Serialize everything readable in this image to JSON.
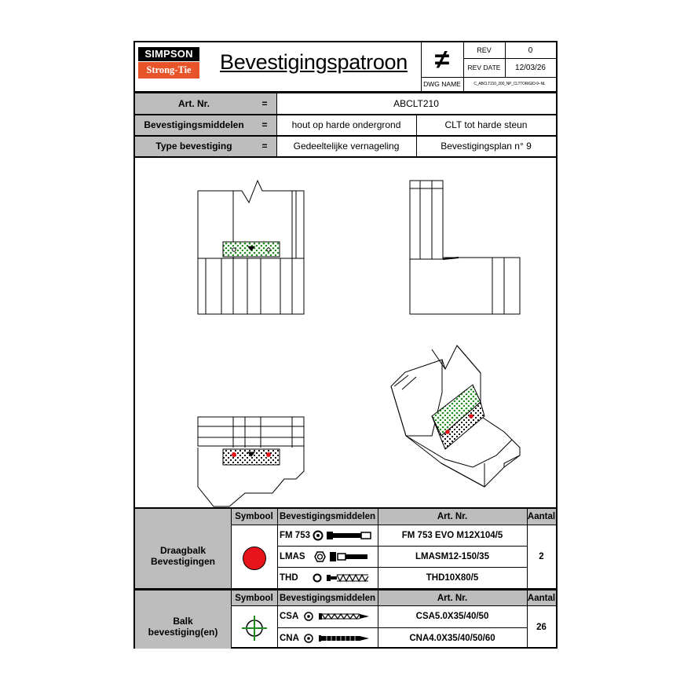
{
  "header": {
    "logo_top": "SIMPSON",
    "logo_bottom": "Strong-Tie",
    "title": "Bevestigingspatroon",
    "not_equal_symbol": "≠",
    "rev_label": "REV",
    "rev_value": "0",
    "rev_date_label": "REV DATE",
    "rev_date_value": "12/03/26",
    "dwg_name_label": "DWG NAME",
    "dwg_name_value": "C_ABCLT210_200_NP_CLTTORIGID-9--NL"
  },
  "info": {
    "art_label": "Art. Nr.",
    "art_value": "ABCLT210",
    "means_label": "Bevestigingsmiddelen",
    "means_value_left": "hout op harde ondergrond",
    "means_value_right": "CLT tot harde steun",
    "type_label": "Type bevestiging",
    "type_value_left": "Gedeeltelijke vernageling",
    "type_value_right": "Bevestigingsplan n°  9",
    "equals": "="
  },
  "table1": {
    "group_label": "Draagbalk Bevestigingen",
    "col_symbol": "Symbool",
    "col_means": "Bevestigingsmiddelen",
    "col_art": "Art. Nr.",
    "col_qty": "Aantal",
    "qty": "2",
    "symbol_color": "#e8141b",
    "rows": [
      {
        "code": "FM 753",
        "art": "FM 753 EVO M12X104/5"
      },
      {
        "code": "LMAS",
        "art": "LMASM12-150/35"
      },
      {
        "code": "THD",
        "art": "THD10X80/5"
      }
    ]
  },
  "table2": {
    "group_label": "Balk bevestiging(en)",
    "col_symbol": "Symbool",
    "col_means": "Bevestigingsmiddelen",
    "col_art": "Art. Nr.",
    "col_qty": "Aantal",
    "qty": "26",
    "symbol_color": "#1e8c1e",
    "rows": [
      {
        "code": "CSA",
        "art": "CSA5.0X35/40/50"
      },
      {
        "code": "CNA",
        "art": "CNA4.0X35/40/50/60"
      }
    ]
  },
  "colors": {
    "accent": "#e8542a",
    "grey": "#bdbdbd",
    "nail_green": "#1e8c1e",
    "anchor_red": "#e8141b"
  }
}
